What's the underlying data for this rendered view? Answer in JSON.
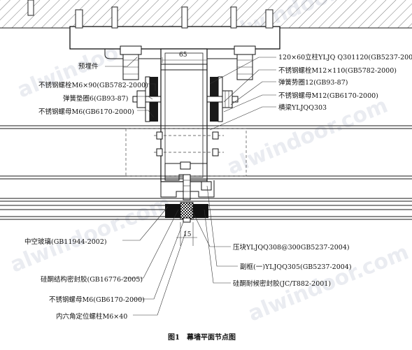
{
  "labels_left": [
    "预埋件",
    "不锈钢螺栓M6×90(GB5782-2000)",
    "弹簧垫圈6(GB93-87)",
    "不锈钢螺母M6(GB6170-2000)",
    "中空玻璃(GB11944-2002)",
    "硅酮结构密封胶(GB16776-2005)",
    "不锈钢螺母M6(GB6170-2000)",
    "内六角定位螺柱M6×40"
  ],
  "labels_right": [
    "120×60立柱YLJQ Q301120(GB5237-200",
    "不锈钢螺栓M12×110(GB5782-2000)",
    "弹簧势圈12(GB93-87)",
    "不锈钢螺母M12(GB6170-2000)",
    "横梁YLJQQ303",
    "压块YLJQQ308@300GB5237-2004)",
    "副框(一)YLJQQ305(GB5237-2004)",
    "硅酮耐候密封胶(JC/T882-2001)"
  ],
  "dims": {
    "top": "65",
    "bottom": "15"
  },
  "caption": "图1　幕墙平面节点图",
  "watermark": "alwindoor.com"
}
